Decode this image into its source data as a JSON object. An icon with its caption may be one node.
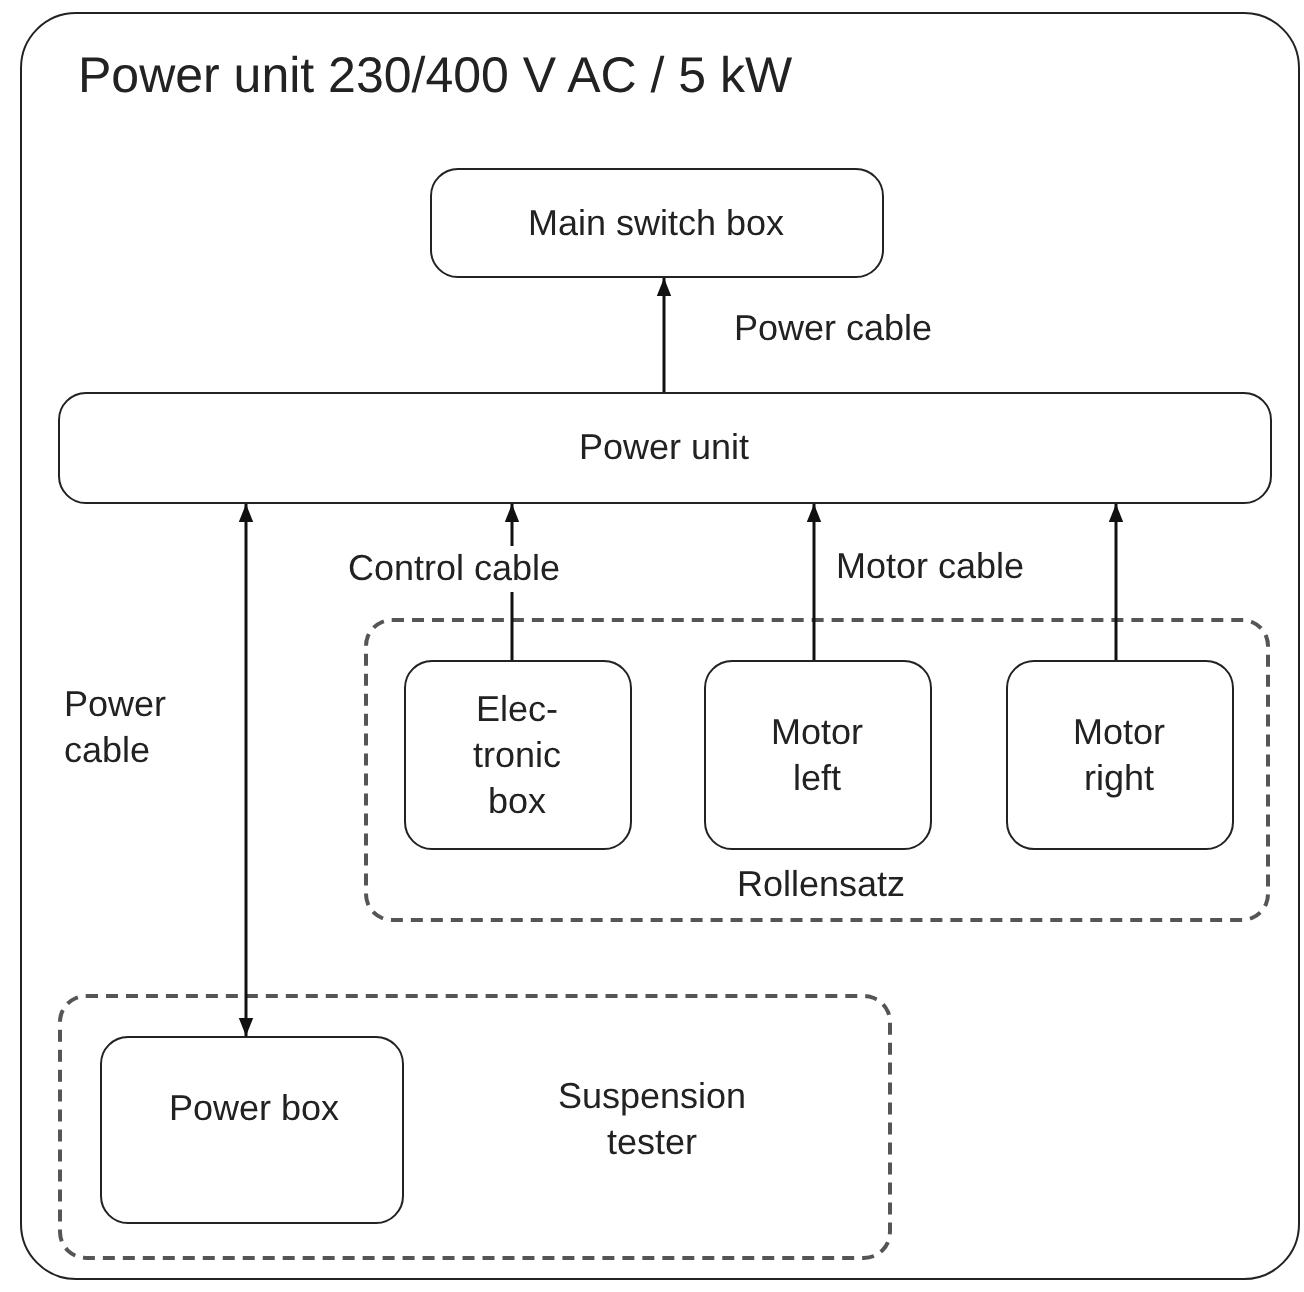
{
  "diagram": {
    "nodes": [
      {
        "text": [
          "Power unit 230/400 V AC / 5 kW"
        ]
      },
      {
        "text": [
          "Main switch box"
        ],
        "in": 0
      },
      {
        "text": [
          "Power unit"
        ],
        "in": 0
      },
      {
        "text": [
          "Rollensatz"
        ],
        "in": 0
      },
      {
        "text": [
          "Elec- tronic box"
        ],
        "in": 3
      },
      {
        "text": [
          "Motor left"
        ],
        "in": 3
      },
      {
        "text": [
          "Motor right"
        ],
        "in": 3
      },
      {
        "text": [
          "Suspension tester"
        ],
        "in": 0
      },
      {
        "text": [
          "Power box"
        ],
        "in": 7
      }
    ],
    "edges": [
      {
        "from": 2,
        "to": 1,
        "arrow": "to",
        "label": "Power cable"
      },
      {
        "from": 4,
        "to": 2,
        "arrow": "to",
        "label": "Control cable"
      },
      {
        "from": 5,
        "to": 2,
        "arrow": "to",
        "label": "Motor cable"
      },
      {
        "from": 6,
        "to": 2,
        "arrow": "to"
      },
      {
        "from": 2,
        "to": 8,
        "arrow": "both",
        "label": "Power cable"
      }
    ]
  }
}
